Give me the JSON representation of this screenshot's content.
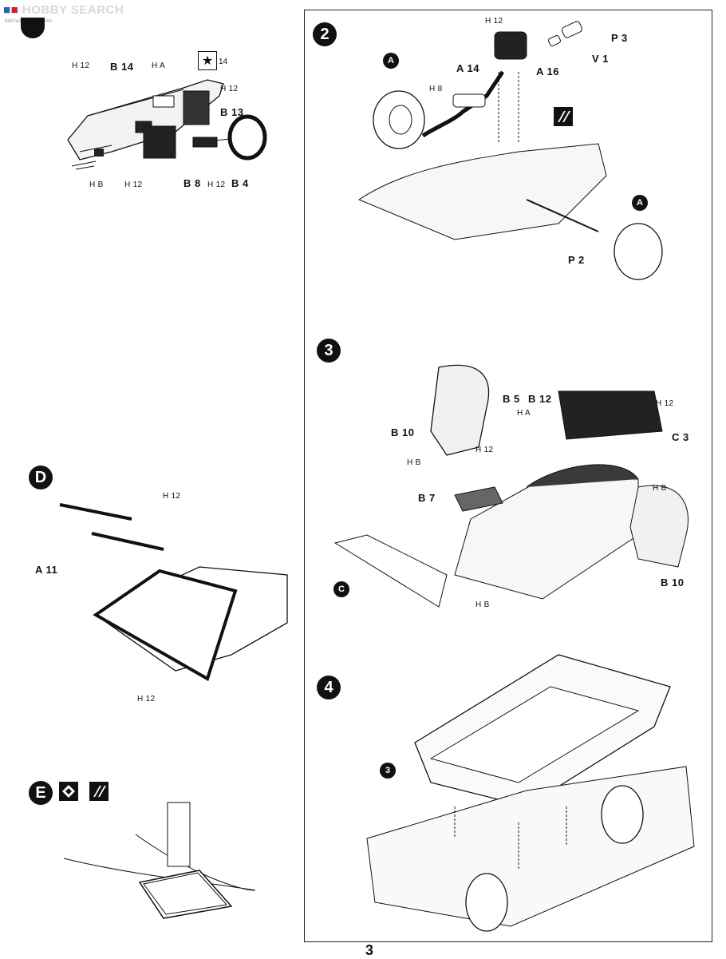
{
  "watermark": {
    "brand": "HOBBY SEARCH",
    "logo_a": "■",
    "logo_b": "■",
    "sub": "888.hobbysearch.com"
  },
  "step1": {
    "h12_a": "H 12",
    "b14": "B 14",
    "ha": "H A",
    "star_badge": "14",
    "h12_b": "H 12",
    "b13": "B 13",
    "hb": "H B",
    "h12_c": "H 12",
    "b8": "B 8",
    "h12_d": "H 12",
    "b4": "B 4"
  },
  "step2": {
    "badge": "2",
    "h12": "H 12",
    "p3": "P 3",
    "v1": "V 1",
    "a14": "A 14",
    "a16": "A 16",
    "h8": "H 8",
    "wheel_a": "A",
    "wheel_b": "A",
    "p2": "P 2"
  },
  "step3": {
    "badge": "3",
    "b5": "B 5",
    "b12": "B 12",
    "ha": "H A",
    "h12_a": "H 12",
    "b10_a": "B 10",
    "h12_b": "H 12",
    "c3": "C 3",
    "hb_a": "H B",
    "b7": "B 7",
    "hb_b": "H B",
    "c": "C",
    "hb_c": "H B",
    "b10_b": "B 10"
  },
  "step4": {
    "badge": "4",
    "sub_badge": "3"
  },
  "stepD": {
    "badge": "D",
    "h12_a": "H 12",
    "a11": "A 11",
    "h12_b": "H 12"
  },
  "stepE": {
    "badge": "E"
  },
  "page_number": "3"
}
